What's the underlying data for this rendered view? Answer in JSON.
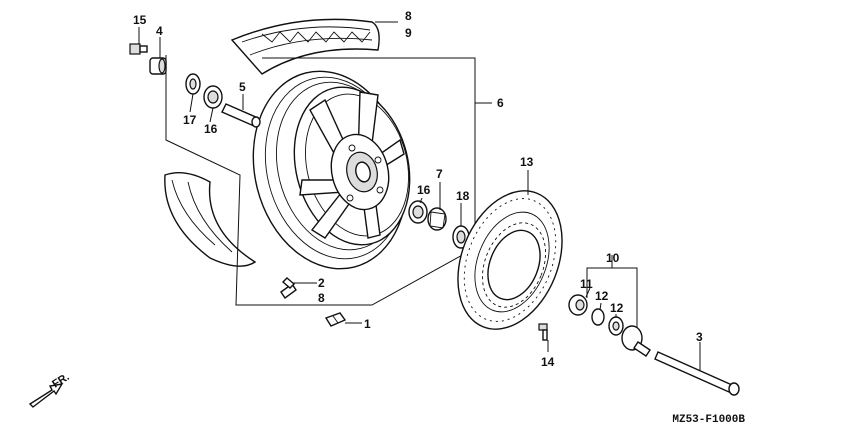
{
  "callouts": [
    {
      "id": "15",
      "text": "15"
    },
    {
      "id": "4",
      "text": "4"
    },
    {
      "id": "17",
      "text": "17"
    },
    {
      "id": "16a",
      "text": "16"
    },
    {
      "id": "5",
      "text": "5"
    },
    {
      "id": "8a",
      "text": "8"
    },
    {
      "id": "9",
      "text": "9"
    },
    {
      "id": "6",
      "text": "6"
    },
    {
      "id": "7",
      "text": "7"
    },
    {
      "id": "16b",
      "text": "16"
    },
    {
      "id": "18",
      "text": "18"
    },
    {
      "id": "13",
      "text": "13"
    },
    {
      "id": "10",
      "text": "10"
    },
    {
      "id": "11",
      "text": "11"
    },
    {
      "id": "12a",
      "text": "12"
    },
    {
      "id": "12b",
      "text": "12"
    },
    {
      "id": "2",
      "text": "2"
    },
    {
      "id": "8b",
      "text": "8"
    },
    {
      "id": "1",
      "text": "1"
    },
    {
      "id": "14",
      "text": "14"
    },
    {
      "id": "3",
      "text": "3"
    }
  ],
  "direction_label": "FR.",
  "diagram_code": "MZ53-F1000B"
}
